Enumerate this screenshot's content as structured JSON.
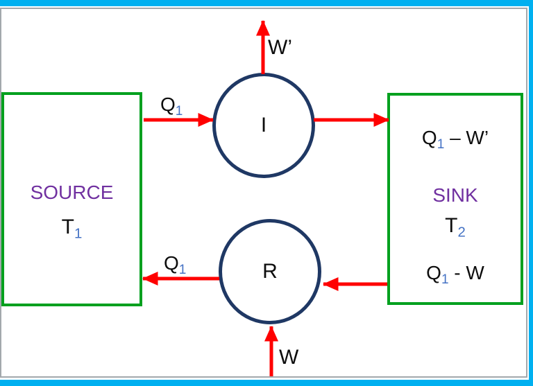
{
  "source_box": {
    "title": "SOURCE",
    "temperature": {
      "base": "T",
      "sub": "1"
    }
  },
  "sink_box": {
    "heat_in": {
      "base": "Q",
      "sub": "1",
      "rest": " – W’"
    },
    "title": "SINK",
    "temperature": {
      "base": "T",
      "sub": "2"
    },
    "heat_out": {
      "base": "Q",
      "sub": "1",
      "rest": " - W"
    }
  },
  "engines": {
    "irreversible_label": "I",
    "reversible_label": "R"
  },
  "arrow_labels": {
    "q1_top": {
      "base": "Q",
      "sub": "1"
    },
    "q1_bottom": {
      "base": "Q",
      "sub": "1"
    },
    "w_prime": "W’",
    "w": "W"
  },
  "colors": {
    "frame": "#00B0F0",
    "inner_line": "#A3A8AC",
    "box_border": "#00A01E",
    "circle_border": "#1F3864",
    "arrow": "#FF0000",
    "label_purple": "#7030A0",
    "subscript_blue": "#4472C4"
  }
}
